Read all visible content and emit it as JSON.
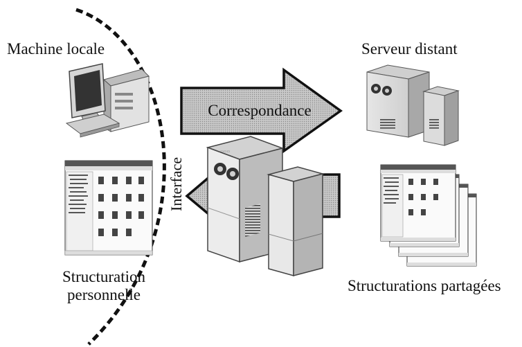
{
  "labels": {
    "local_machine": "Machine locale",
    "remote_server": "Serveur distant",
    "mapping": "Correspondance",
    "interface": "Interface",
    "personal_structuring_line1": "Structuration",
    "personal_structuring_line2": "personnelle",
    "shared_structurings": "Structurations partagées"
  },
  "icons": {
    "local": "desktop-computer-icon",
    "server": "server-cabinet-icon",
    "explorer": "file-explorer-window-icon"
  }
}
